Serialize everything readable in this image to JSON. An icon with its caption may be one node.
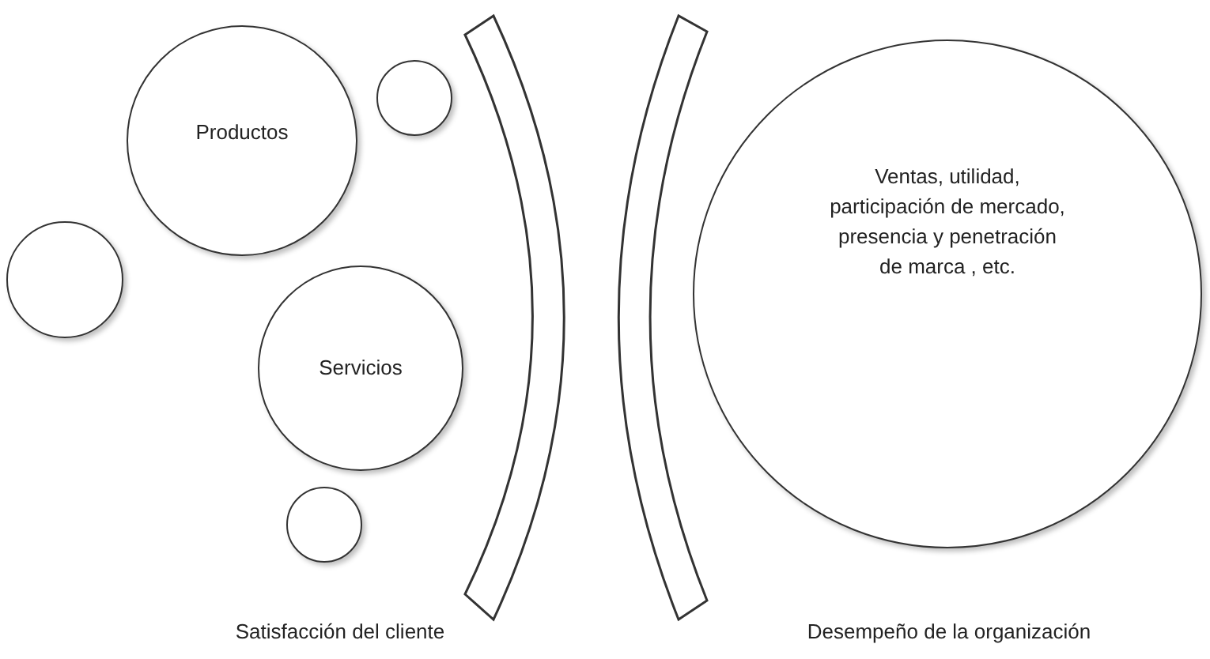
{
  "diagram": {
    "nodes": [
      {
        "text": [
          "Productos"
        ]
      },
      {
        "text": [],
        "shape": "circle"
      },
      {
        "text": [],
        "shape": "circle"
      },
      {
        "text": [
          "Servicios"
        ]
      },
      {
        "text": [],
        "shape": "circle"
      },
      {
        "text": [],
        "shape": "arc"
      },
      {
        "text": [],
        "shape": "arc"
      },
      {
        "text": [
          "Ventas, utilidad, participación de mercado, presencia y penetración de marca , etc."
        ]
      }
    ],
    "edges": [],
    "labels": [
      "Satisfacción del cliente",
      "Desempeño de la organización"
    ]
  }
}
